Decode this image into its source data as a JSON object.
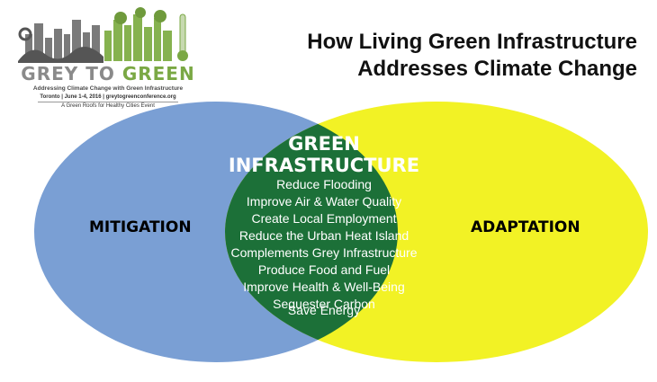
{
  "logo": {
    "title_grey": "GREY TO",
    "title_green": "GREEN",
    "subtitle": "Addressing Climate Change with Green Infrastructure",
    "event_line": "Toronto | June 1-4, 2016 | greytogreenconference.org",
    "tagline": "A Green Roofs for Healthy Cities Event"
  },
  "header": {
    "title_line1": "How Living Green Infrastructure",
    "title_line2": "Addresses Climate Change"
  },
  "venn": {
    "left_label": "MITIGATION",
    "right_label": "ADAPTATION",
    "center_heading_line1": "GREEN",
    "center_heading_line2": "INFRASTRUCTURE",
    "items": [
      "Reduce Flooding",
      "Improve Air & Water Quality",
      "Create Local Employment",
      "Reduce the Urban Heat Island",
      "Complements Grey Infrastructure",
      "Produce Food and Fuel",
      "Improve Health & Well-Being",
      "Sequester Carbon",
      "Save Energy"
    ],
    "colors": {
      "mitigation": "#7a9fd4",
      "adaptation": "#f2f225",
      "overlap": "#1c7038"
    }
  }
}
